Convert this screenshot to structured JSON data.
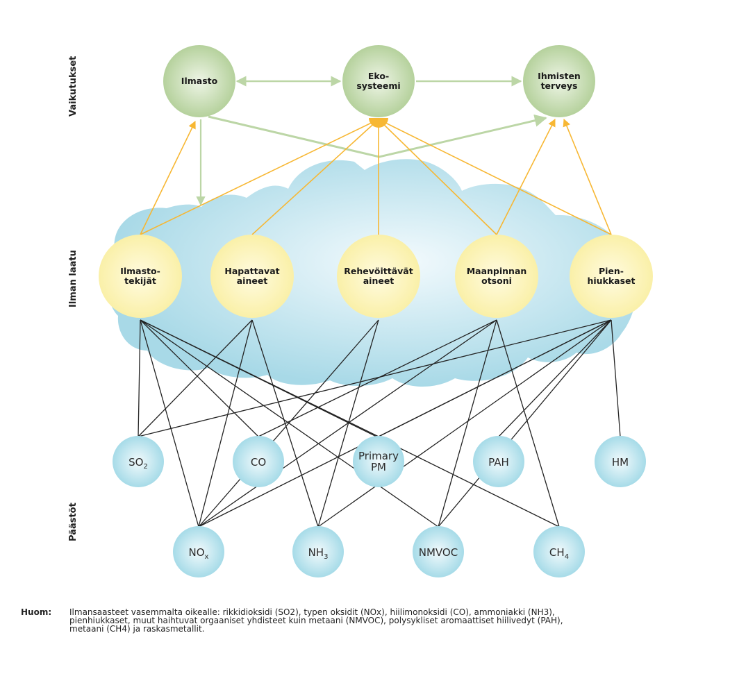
{
  "row_labels": {
    "impacts": "Vaikutukset",
    "air_quality": "Ilman laatu",
    "emissions": "Päästöt"
  },
  "impacts": [
    {
      "id": "ilmasto",
      "lines": [
        "Ilmasto"
      ]
    },
    {
      "id": "ekosysteemi",
      "lines": [
        "Eko-",
        "systeemi"
      ]
    },
    {
      "id": "terveys",
      "lines": [
        "Ihmisten",
        "terveys"
      ]
    }
  ],
  "air_quality": [
    {
      "id": "ilmastotekijat",
      "lines": [
        "Ilmasto-",
        "tekijät"
      ]
    },
    {
      "id": "hapattavat",
      "lines": [
        "Hapattavat",
        "aineet"
      ]
    },
    {
      "id": "rehevoittavat",
      "lines": [
        "Rehevöittävät",
        "aineet"
      ]
    },
    {
      "id": "otsoni",
      "lines": [
        "Maanpinnan",
        "otsoni"
      ]
    },
    {
      "id": "pienhiukkaset",
      "lines": [
        "Pien-",
        "hiukkaset"
      ]
    }
  ],
  "emissions": [
    {
      "id": "so2",
      "label": "SO",
      "sub": "2"
    },
    {
      "id": "co",
      "label": "CO",
      "sub": ""
    },
    {
      "id": "pm",
      "label": "Primary",
      "label2": "PM",
      "sub": ""
    },
    {
      "id": "pah",
      "label": "PAH",
      "sub": ""
    },
    {
      "id": "hm",
      "label": "HM",
      "sub": ""
    },
    {
      "id": "nox",
      "label": "NO",
      "sub": "x"
    },
    {
      "id": "nh3",
      "label": "NH",
      "sub": "3"
    },
    {
      "id": "nmvoc",
      "label": "NMVOC",
      "sub": ""
    },
    {
      "id": "ch4",
      "label": "CH",
      "sub": "4"
    }
  ],
  "emission_links": {
    "ilmastotekijat": [
      "so2",
      "nox",
      "co",
      "pm",
      "nmvoc",
      "ch4"
    ],
    "hapattavat": [
      "so2",
      "nox",
      "nh3"
    ],
    "rehevoittavat": [
      "nox",
      "nh3"
    ],
    "otsoni": [
      "nox",
      "co",
      "nmvoc",
      "ch4"
    ],
    "pienhiukkaset": [
      "so2",
      "nox",
      "nh3",
      "pm",
      "nmvoc",
      "pah",
      "hm"
    ]
  },
  "impact_links": {
    "ilmasto": [
      "ilmastotekijat"
    ],
    "ekosysteemi": [
      "ilmastotekijat",
      "hapattavat",
      "rehevoittavat",
      "otsoni",
      "pienhiukkaset"
    ],
    "terveys": [
      "otsoni",
      "pienhiukkaset"
    ]
  },
  "colors": {
    "impact": "#bcd6a6",
    "air_quality": "#fbf2b3",
    "emission": "#a8dce9",
    "cloud": "#bfe2ee",
    "orange": "#f7b733",
    "green_arrow": "#bcd6a6",
    "black_line": "#222222"
  },
  "note": {
    "label": "Huom:",
    "lines": [
      "Ilmansaasteet vasemmalta oikealle: rikkidioksidi (SO2), typen oksidit (NOx), hiilimonoksidi (CO), ammoniakki (NH3),",
      "pienhiukkaset, muut haihtuvat orgaaniset yhdisteet kuin metaani (NMVOC), polysykliset aromaattiset hiilivedyt (PAH),",
      "metaani (CH4) ja raskasmetallit."
    ]
  }
}
